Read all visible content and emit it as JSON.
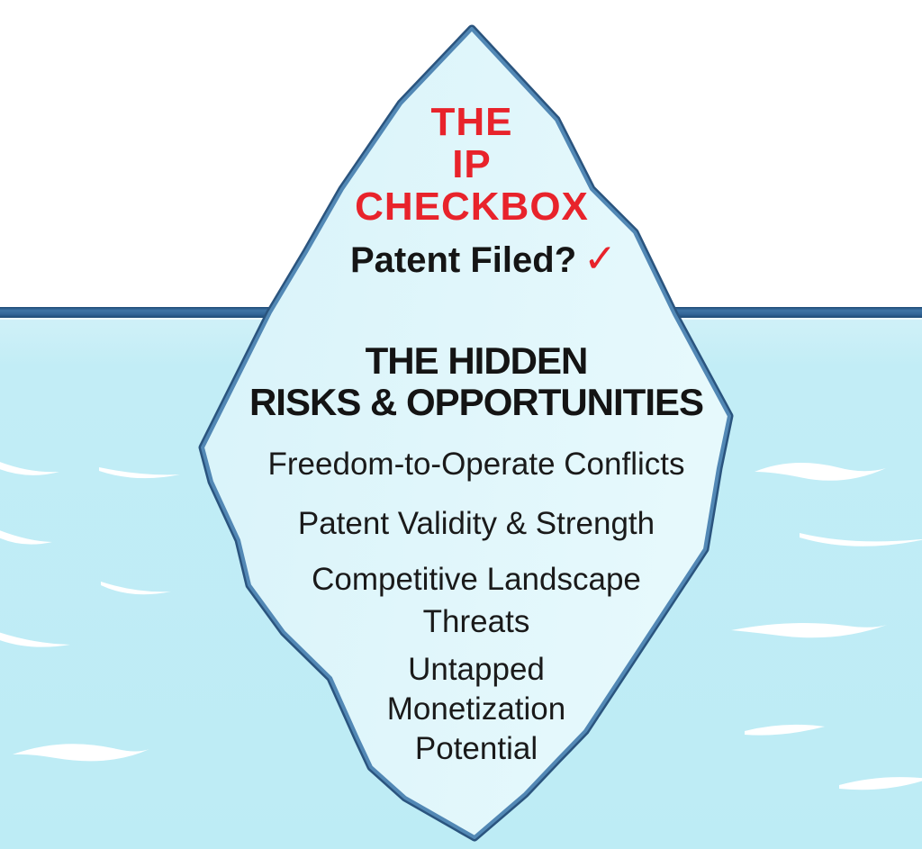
{
  "diagram": {
    "above_water": {
      "title_line1": "THE",
      "title_line2": "IP",
      "title_line3": "CHECKBOX",
      "question": "Patent Filed?",
      "checkmark": "✓"
    },
    "below_water": {
      "heading_line1": "THE HIDDEN",
      "heading_line2": "RISKS & OPPORTUNITIES",
      "items": [
        "Freedom-to-Operate Conflicts",
        "Patent Validity & Strength",
        "Competitive Landscape Threats",
        "Untapped Monetization Potential"
      ]
    },
    "colors": {
      "accent_red": "#e8232b",
      "outline_blue_dark": "#2a547e",
      "outline_blue_light": "#5288b5",
      "waterline_blue": "#1e4a75",
      "water_cyan": "#c0edf6",
      "iceberg_tint": "#e0f6fa",
      "facet_highlight": "#eefbfe",
      "text_black": "#1a1a1a",
      "sky_white": "#ffffff"
    }
  }
}
